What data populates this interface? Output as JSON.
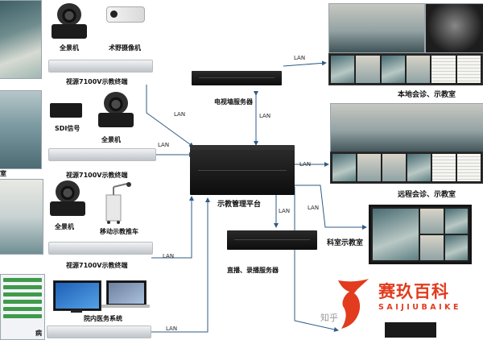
{
  "labels": {
    "panorama_cam_1": "全景机",
    "surgical_cam": "术野摄像机",
    "terminal_1": "视源7100V示教终端",
    "sdi": "SDI信号",
    "panorama_cam_2": "全景机",
    "terminal_2": "视源7100V示教终端",
    "panorama_cam_3": "全景机",
    "mobile_cart": "移动示教推车",
    "terminal_3": "视源7100V示教终端",
    "hospital_system": "院内医务系统",
    "tv_wall_server": "电视墙服务器",
    "teaching_platform": "示教管理平台",
    "live_record_server": "直播、录播服务器",
    "local_room": "本地会诊、示教室",
    "remote_room": "远程会诊、示教室",
    "dept_room": "科室示教室",
    "left_cut_char": "室",
    "left_bottom_cut": "病"
  },
  "lan": {
    "l1": "LAN",
    "l2": "LAN",
    "l3": "LAN",
    "l4": "LAN",
    "l5": "LAN",
    "l6": "LAN",
    "l7": "LAN",
    "l8": "LAN",
    "l9": "LAN"
  },
  "watermark": {
    "brand": "赛玖百科",
    "brand_en": "SAIJIUBAIKE",
    "zhihu": "知乎"
  },
  "colors": {
    "accent": "#e23b1e",
    "line": "#2f5b86",
    "rack": "#111111",
    "terminal": "#d3d7db"
  },
  "icons": {
    "camera": "ptz-camera-icon",
    "box_camera": "box-camera-icon",
    "server": "rack-server-icon",
    "terminal": "terminal-box-icon",
    "monitor": "monitor-icon"
  }
}
